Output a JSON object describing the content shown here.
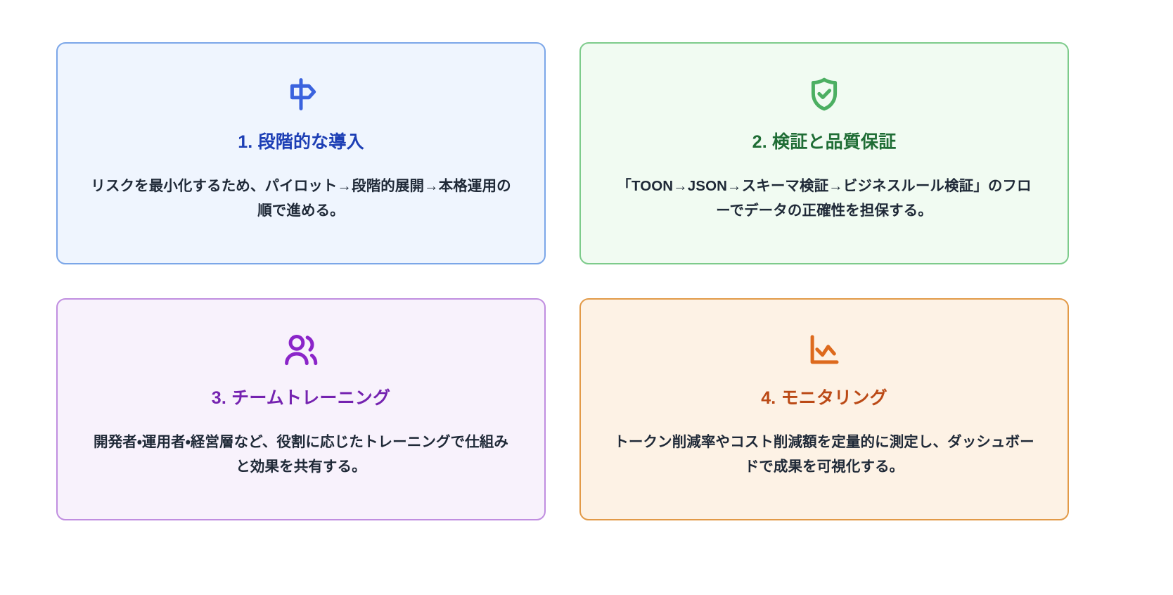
{
  "page": {
    "background": "#ffffff",
    "layout": "2x2-card-grid"
  },
  "cards": [
    {
      "id": "card-phased-rollout",
      "icon": "signpost-icon",
      "title": "1. 段階的な導入",
      "description": "リスクを最小化するため、パイロット→段階的展開→本格運用の順で進める。",
      "accent": "#1d3fb5",
      "icon_color": "#3b63de",
      "border_color": "#7ba6e8",
      "background": "#eff5fe"
    },
    {
      "id": "card-validation-quality",
      "icon": "shield-check-icon",
      "title": "2. 検証と品質保証",
      "description": "「TOON→JSON→スキーマ検証→ビジネスルール検証」のフローでデータの正確性を担保する。",
      "accent": "#1f6d35",
      "icon_color": "#4caf62",
      "border_color": "#7dcb8b",
      "background": "#f1fbf2"
    },
    {
      "id": "card-team-training",
      "icon": "users-icon",
      "title": "3. チームトレーニング",
      "description": "開発者・運用者・経営層など、役割に応じたトレーニングで仕組みと効果を共有する。",
      "accent": "#7523b0",
      "icon_color": "#8b25c9",
      "border_color": "#c08ee0",
      "background": "#f8f2fc"
    },
    {
      "id": "card-monitoring",
      "icon": "line-chart-icon",
      "title": "4. モニタリング",
      "description": "トークン削減率やコスト削減額を定量的に測定し、ダッシュボードで成果を可視化する。",
      "accent": "#bb4a16",
      "icon_color": "#dd6a1d",
      "border_color": "#e29a48",
      "background": "#fdf2e5"
    }
  ]
}
